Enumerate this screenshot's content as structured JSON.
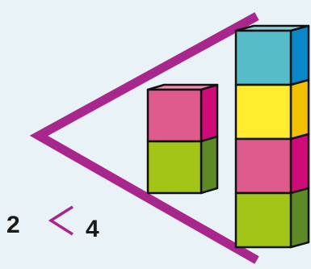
{
  "illustration": {
    "left_stack": {
      "count": 2,
      "cubes": [
        {
          "front": "#df5b8e",
          "top": "#f08ab1",
          "side": "#d10a79"
        },
        {
          "front": "#a2c517",
          "top": "#c6df63",
          "side": "#5e8a26"
        }
      ]
    },
    "right_stack": {
      "count": 4,
      "cubes": [
        {
          "front": "#56bcc8",
          "top": "#8bd4dd",
          "side": "#0a87c9"
        },
        {
          "front": "#ffec2e",
          "top": "#fff389",
          "side": "#f2c200"
        },
        {
          "front": "#df5b8e",
          "top": "#f08ab1",
          "side": "#d10a79"
        },
        {
          "front": "#a2c517",
          "top": "#c6df63",
          "side": "#5e8a26"
        }
      ]
    },
    "comparison_sign_color": "#a9268c"
  },
  "expression": {
    "left": "2",
    "right": "4",
    "symbol_color": "#a9268c"
  }
}
